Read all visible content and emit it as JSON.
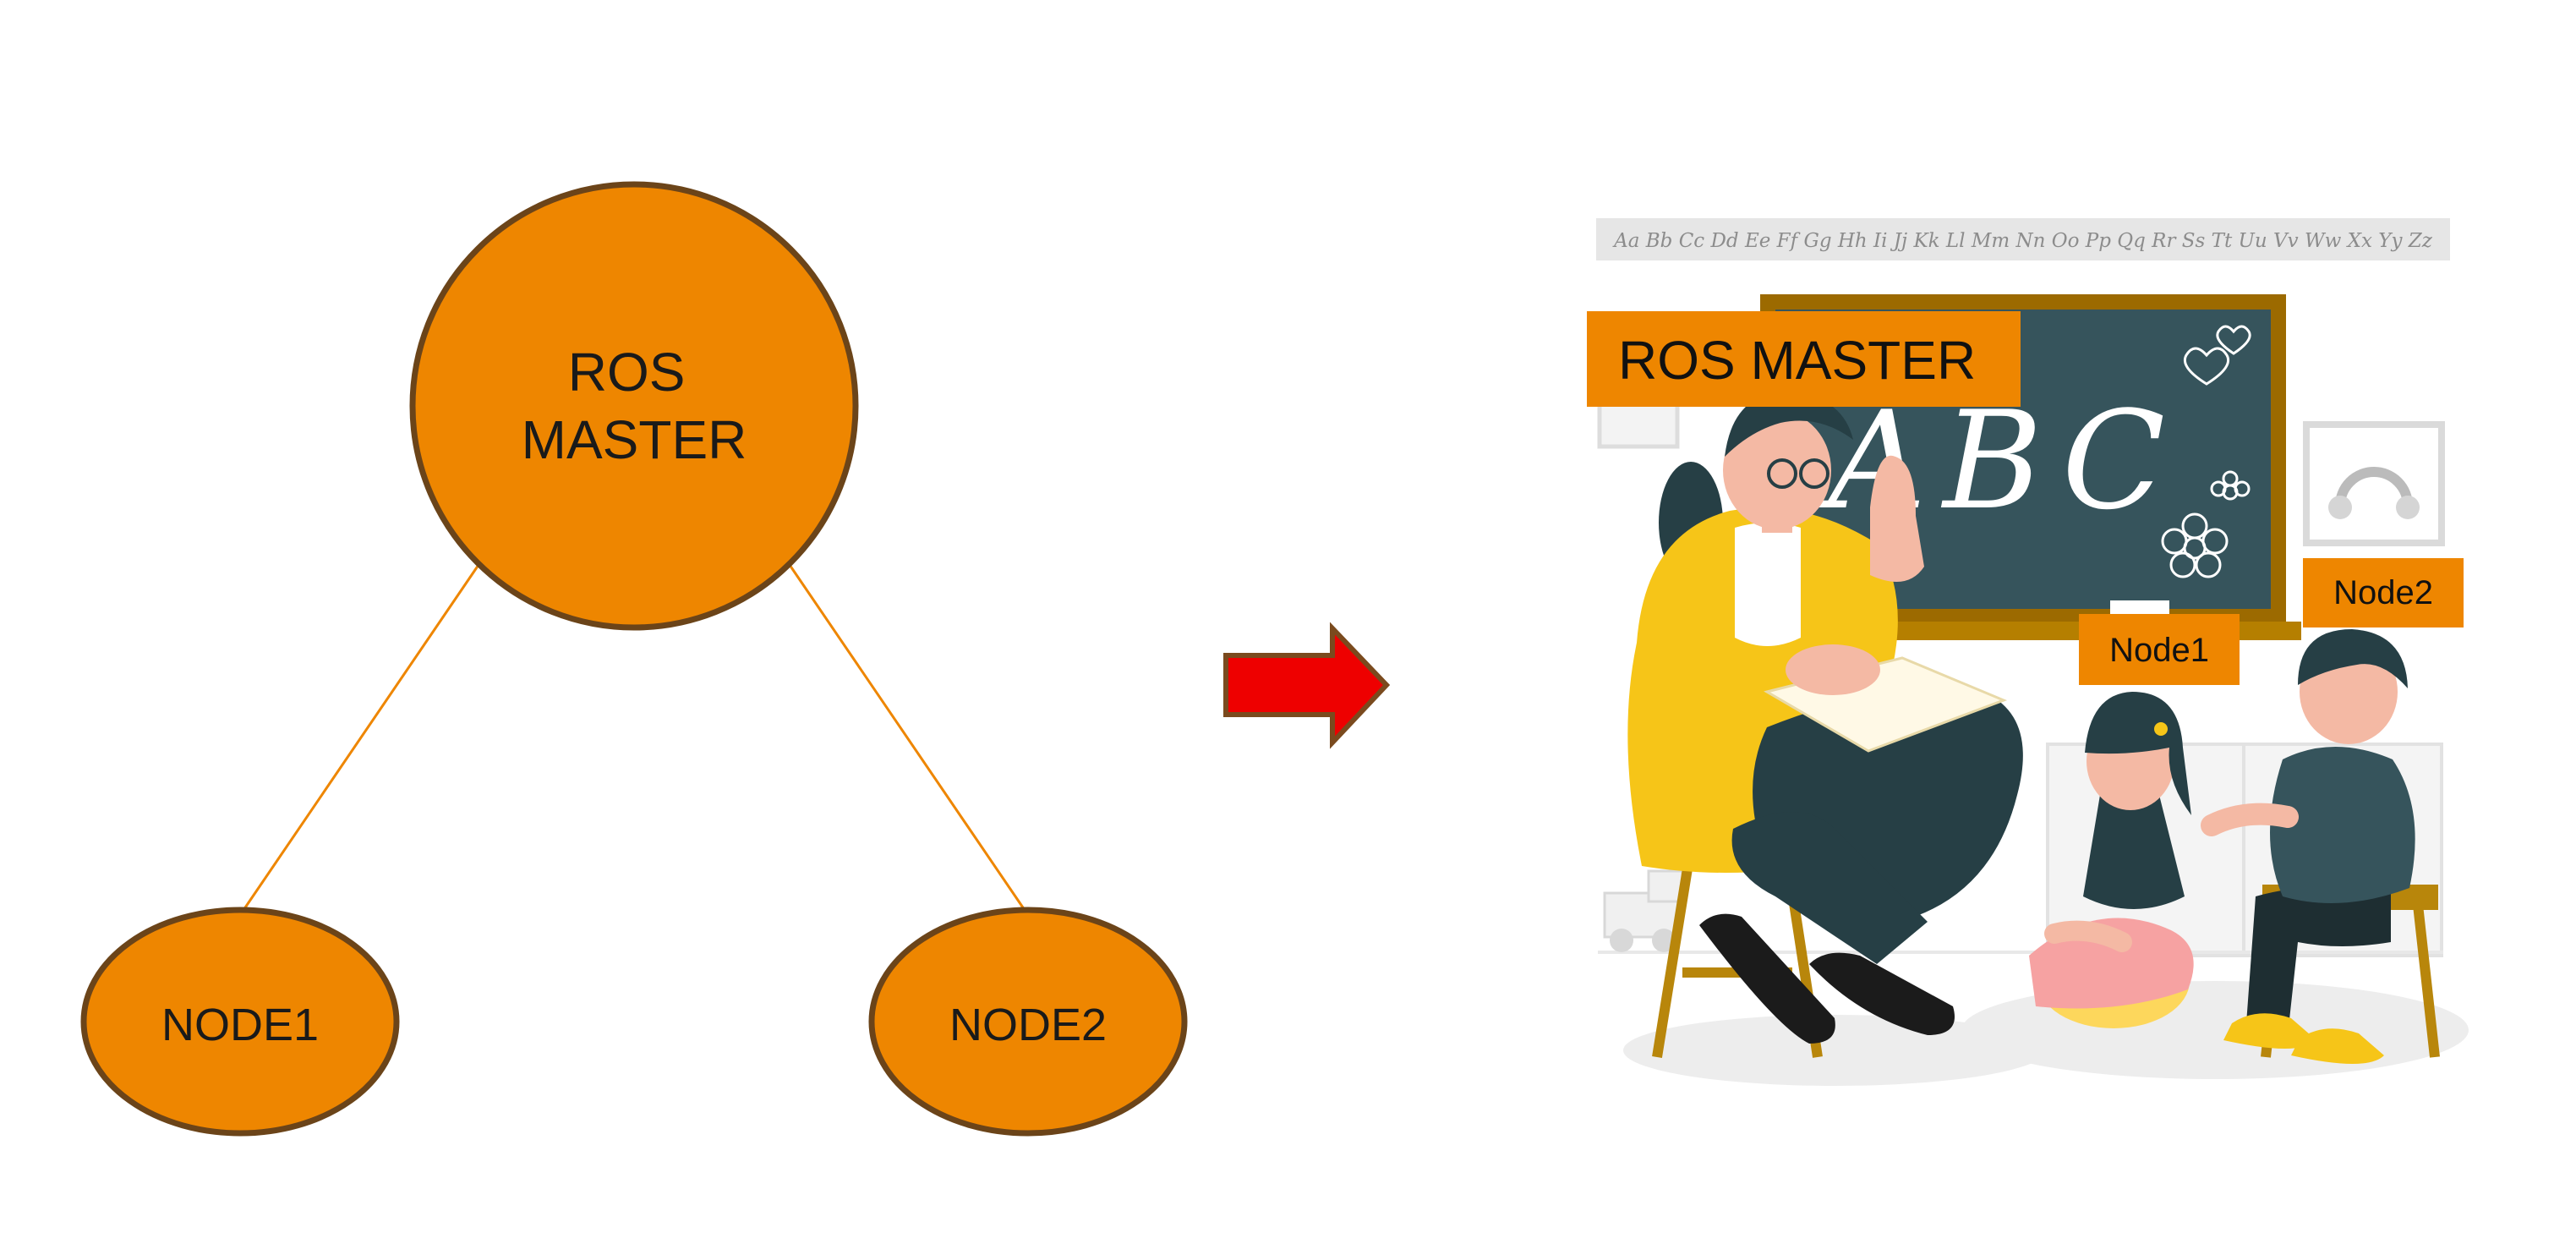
{
  "diagram": {
    "master": {
      "line1": "ROS",
      "line2": "MASTER"
    },
    "nodes": [
      {
        "label": "NODE1"
      },
      {
        "label": "NODE2"
      }
    ]
  },
  "illustration": {
    "alphabet_strip": "Aa Bb Cc Dd Ee Ff Gg Hh Ii Jj Kk Ll Mm Nn Oo Pp Qq Rr Ss Tt Uu Vv Ww Xx Yy Zz",
    "chalkboard_text": "ABC",
    "labels": {
      "master": "ROS MASTER",
      "node1": "Node1",
      "node2": "Node2"
    }
  },
  "colors": {
    "orange": "#EE8600",
    "outline": "#6B4419",
    "arrow_fill": "#EE0000",
    "arrow_outline": "#7A4A1E",
    "chalkboard": "#36545C",
    "board_frame": "#9C6A00",
    "mustard": "#F6C518",
    "dark_teal": "#263F45"
  }
}
